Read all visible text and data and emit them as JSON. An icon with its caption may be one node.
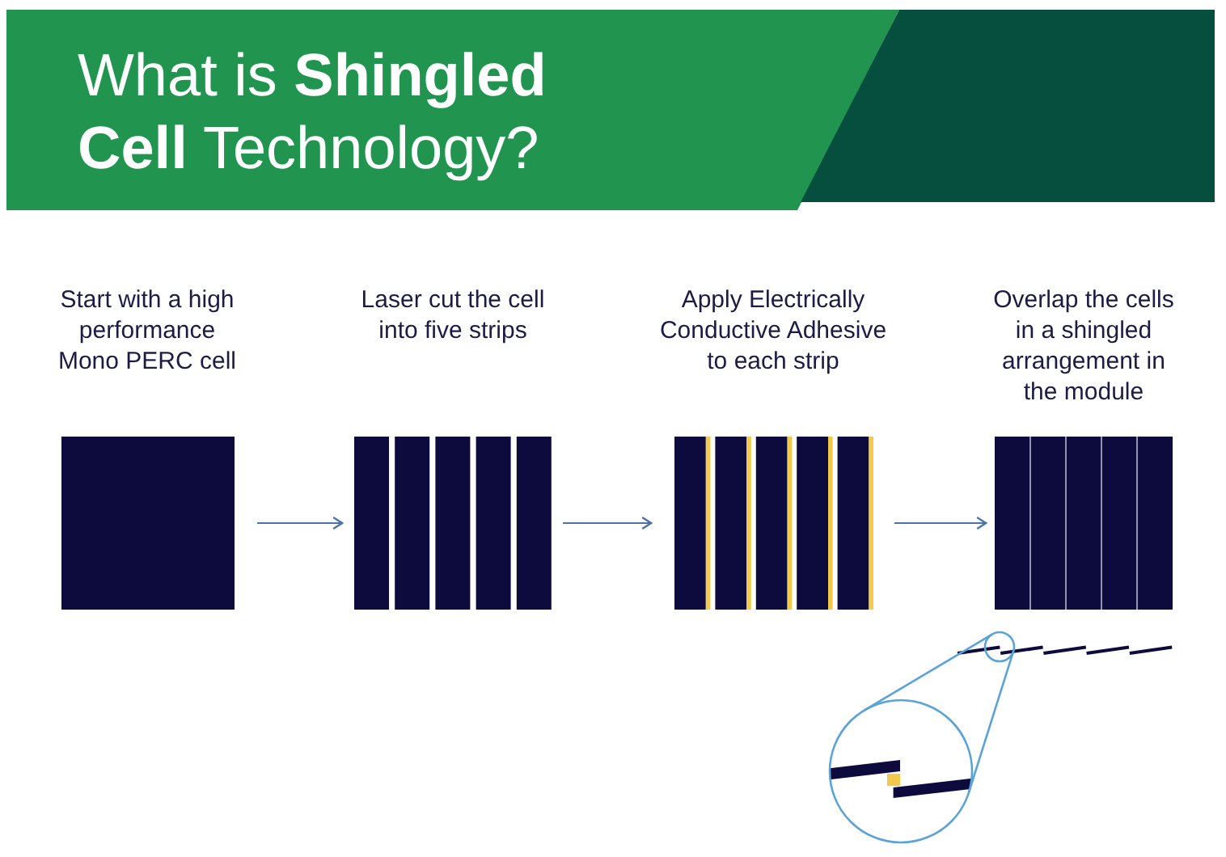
{
  "diagram": {
    "title": "What is **Shingled Cell** Technology?",
    "nodes": [
      {
        "text": [
          "Start with a high performance Mono PERC cell"
        ]
      },
      {
        "text": [
          "Laser cut the cell into five strips"
        ]
      },
      {
        "text": [
          "Apply Electrically Conductive Adhesive to each strip"
        ]
      },
      {
        "text": [
          "Overlap the cells in a shingled arrangement in the module"
        ]
      }
    ],
    "edges": [
      {
        "from": 0,
        "to": 1,
        "arrow": "to"
      },
      {
        "from": 1,
        "to": 2,
        "arrow": "to"
      },
      {
        "from": 2,
        "to": 3,
        "arrow": "to"
      }
    ]
  }
}
